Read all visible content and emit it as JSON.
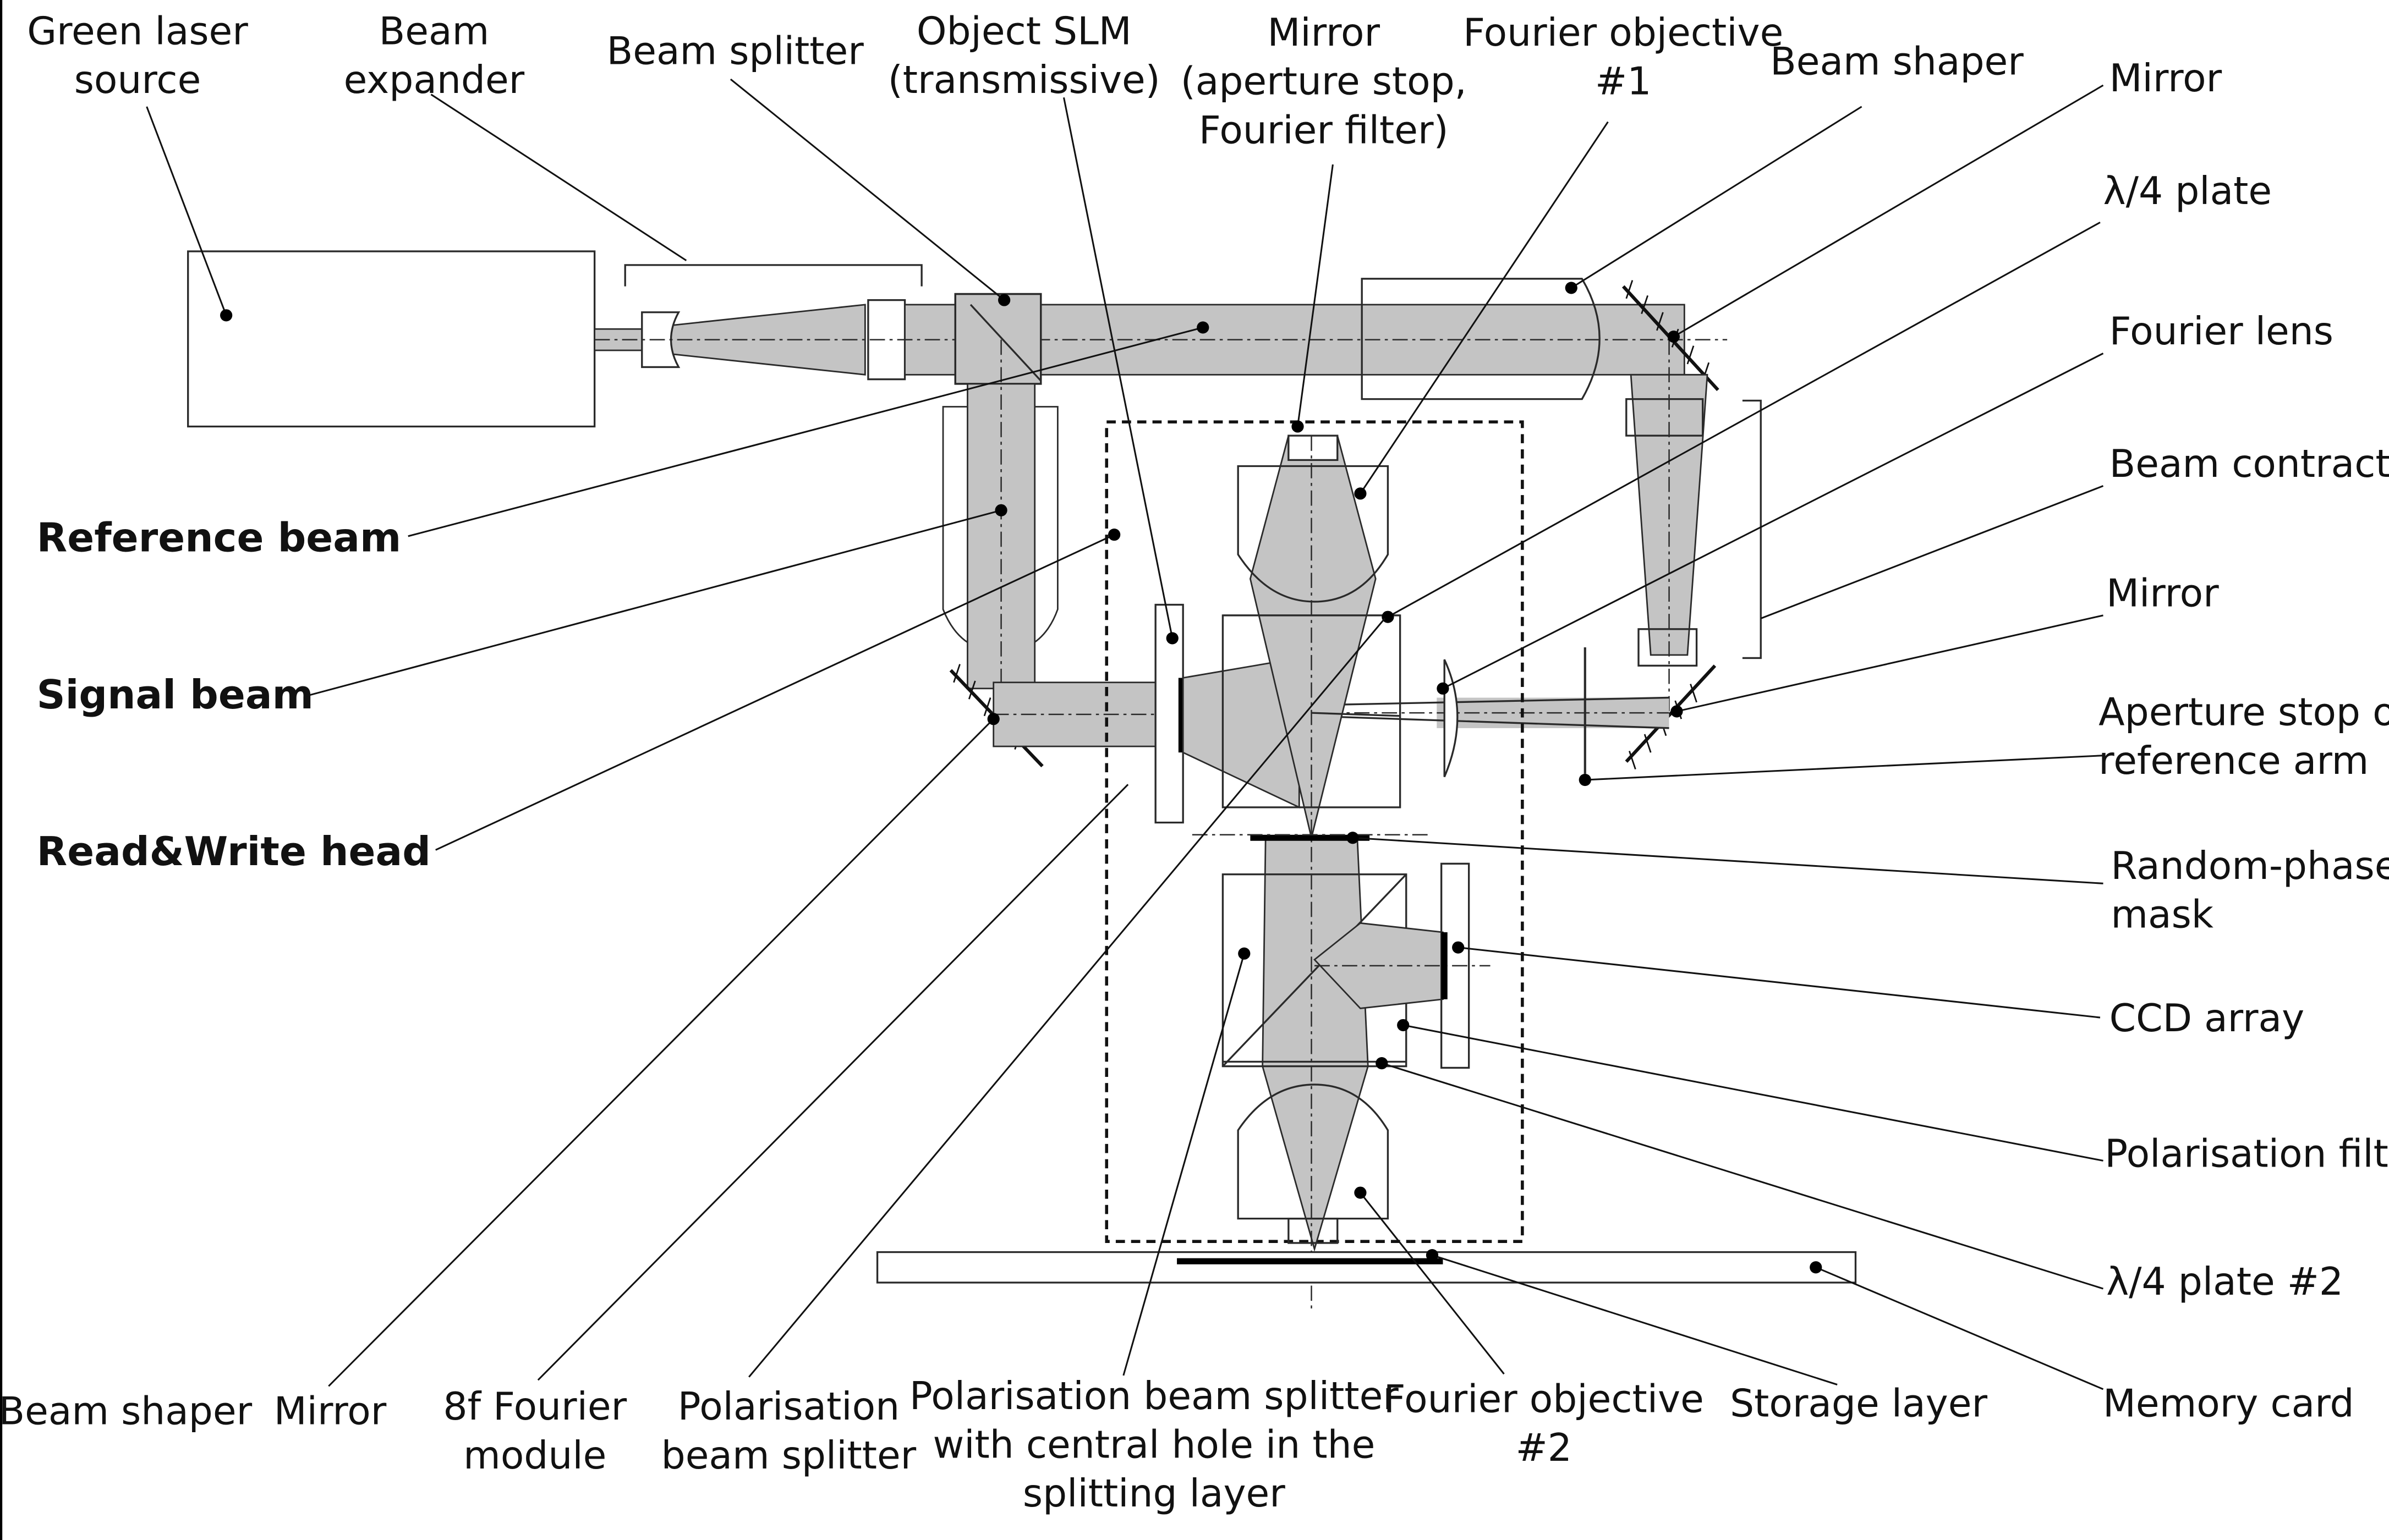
{
  "labels": {
    "green_laser_source": [
      "Green laser",
      "source"
    ],
    "beam_expander": [
      "Beam",
      "expander"
    ],
    "beam_splitter": [
      "Beam splitter"
    ],
    "object_slm": [
      "Object SLM",
      "(transmissive)"
    ],
    "mirror_aperture_stop": [
      "Mirror",
      "(aperture stop,",
      "Fourier filter)"
    ],
    "fourier_objective_1": [
      "Fourier objective",
      "#1"
    ],
    "beam_shaper_top": [
      "Beam shaper"
    ],
    "mirror_top_right": [
      "Mirror"
    ],
    "quarter_wave_plate": [
      "λ/4 plate"
    ],
    "fourier_lens": [
      "Fourier lens"
    ],
    "beam_contractor": [
      "Beam contractor"
    ],
    "mirror_right": [
      "Mirror"
    ],
    "aperture_stop_reference_arm": [
      "Aperture stop of",
      "reference arm"
    ],
    "random_phase_mask": [
      "Random-phase",
      "mask"
    ],
    "ccd_array": [
      "CCD array"
    ],
    "polarisation_filter": [
      "Polarisation filter"
    ],
    "quarter_wave_plate_2": [
      "λ/4 plate #2"
    ],
    "memory_card": [
      "Memory card"
    ],
    "storage_layer": [
      "Storage layer"
    ],
    "fourier_objective_2": [
      "Fourier objective",
      "#2"
    ],
    "pbs_central_hole": [
      "Polarisation beam splitter",
      "with central hole in the",
      "splitting layer"
    ],
    "polarisation_beam_splitter": [
      "Polarisation",
      "beam splitter"
    ],
    "eight_f_fourier_module": [
      "8f Fourier",
      "module"
    ],
    "mirror_bottom": [
      "Mirror"
    ],
    "beam_shaper_bottom": [
      "Beam shaper"
    ],
    "reference_beam": [
      "Reference  beam"
    ],
    "signal_beam": [
      "Signal beam"
    ],
    "read_write_head": [
      "Read&Write head"
    ]
  },
  "colors": {
    "beam": "#c4c4c4",
    "line": "#2a2a2a",
    "background": "#ffffff"
  }
}
